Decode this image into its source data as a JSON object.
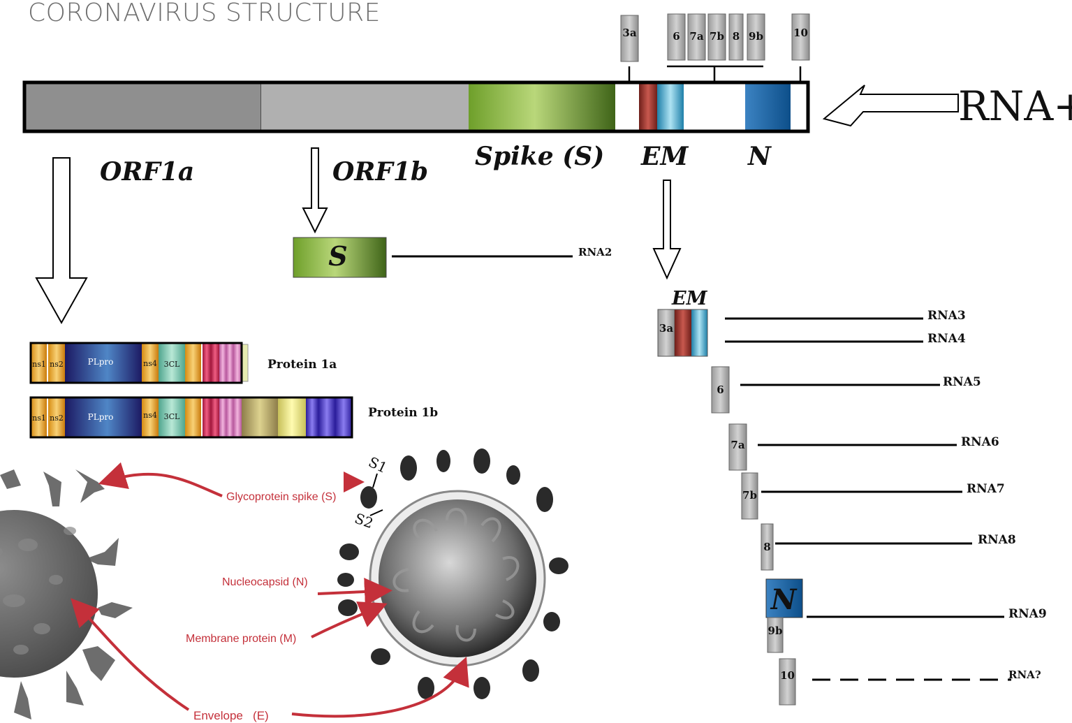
{
  "title": "CORONAVIRUS STRUCTURE",
  "genome": {
    "label": "RNA+",
    "orfs_top": [
      "3a",
      "6",
      "7a",
      "7b",
      "8",
      "9b",
      "10"
    ],
    "region_labels": [
      "ORF1a",
      "ORF1b",
      "Spike (S)",
      "EM",
      "N"
    ]
  },
  "s_box": {
    "label": "S",
    "rna": "RNA2"
  },
  "em_group": {
    "label": "EM",
    "box": "3a",
    "rnas": [
      "RNA3",
      "RNA4"
    ]
  },
  "subgenomic": [
    {
      "box": "6",
      "rna": "RNA5"
    },
    {
      "box": "7a",
      "rna": "RNA6"
    },
    {
      "box": "7b",
      "rna": "RNA7"
    },
    {
      "box": "8",
      "rna": "RNA8"
    }
  ],
  "n_group": {
    "label": "N",
    "box": "9b",
    "rna": "RNA9"
  },
  "orf10": {
    "box": "10",
    "rna": "RNA?"
  },
  "proteins": {
    "domains": [
      "ns1",
      "ns2",
      "PLpro",
      "ns4",
      "3CL"
    ],
    "p1a": "Protein 1a",
    "p1b": "Protein 1b"
  },
  "virion": {
    "spike_labels": [
      "S1",
      "S2"
    ],
    "callouts": [
      "Glycoprotein spike (S)",
      "Nucleocapsid (N)",
      "Membrane protein (M)",
      "Envelope   (E)"
    ]
  },
  "colors": {
    "orf1a": "#8f8f8f",
    "orf1b": "#b0b0b0",
    "spike": "#7fae3a",
    "membrane": "#a8352f",
    "envelope": "#3aa7cf",
    "nucleocapsid": "#1d68a8",
    "callout": "#c4303a"
  }
}
